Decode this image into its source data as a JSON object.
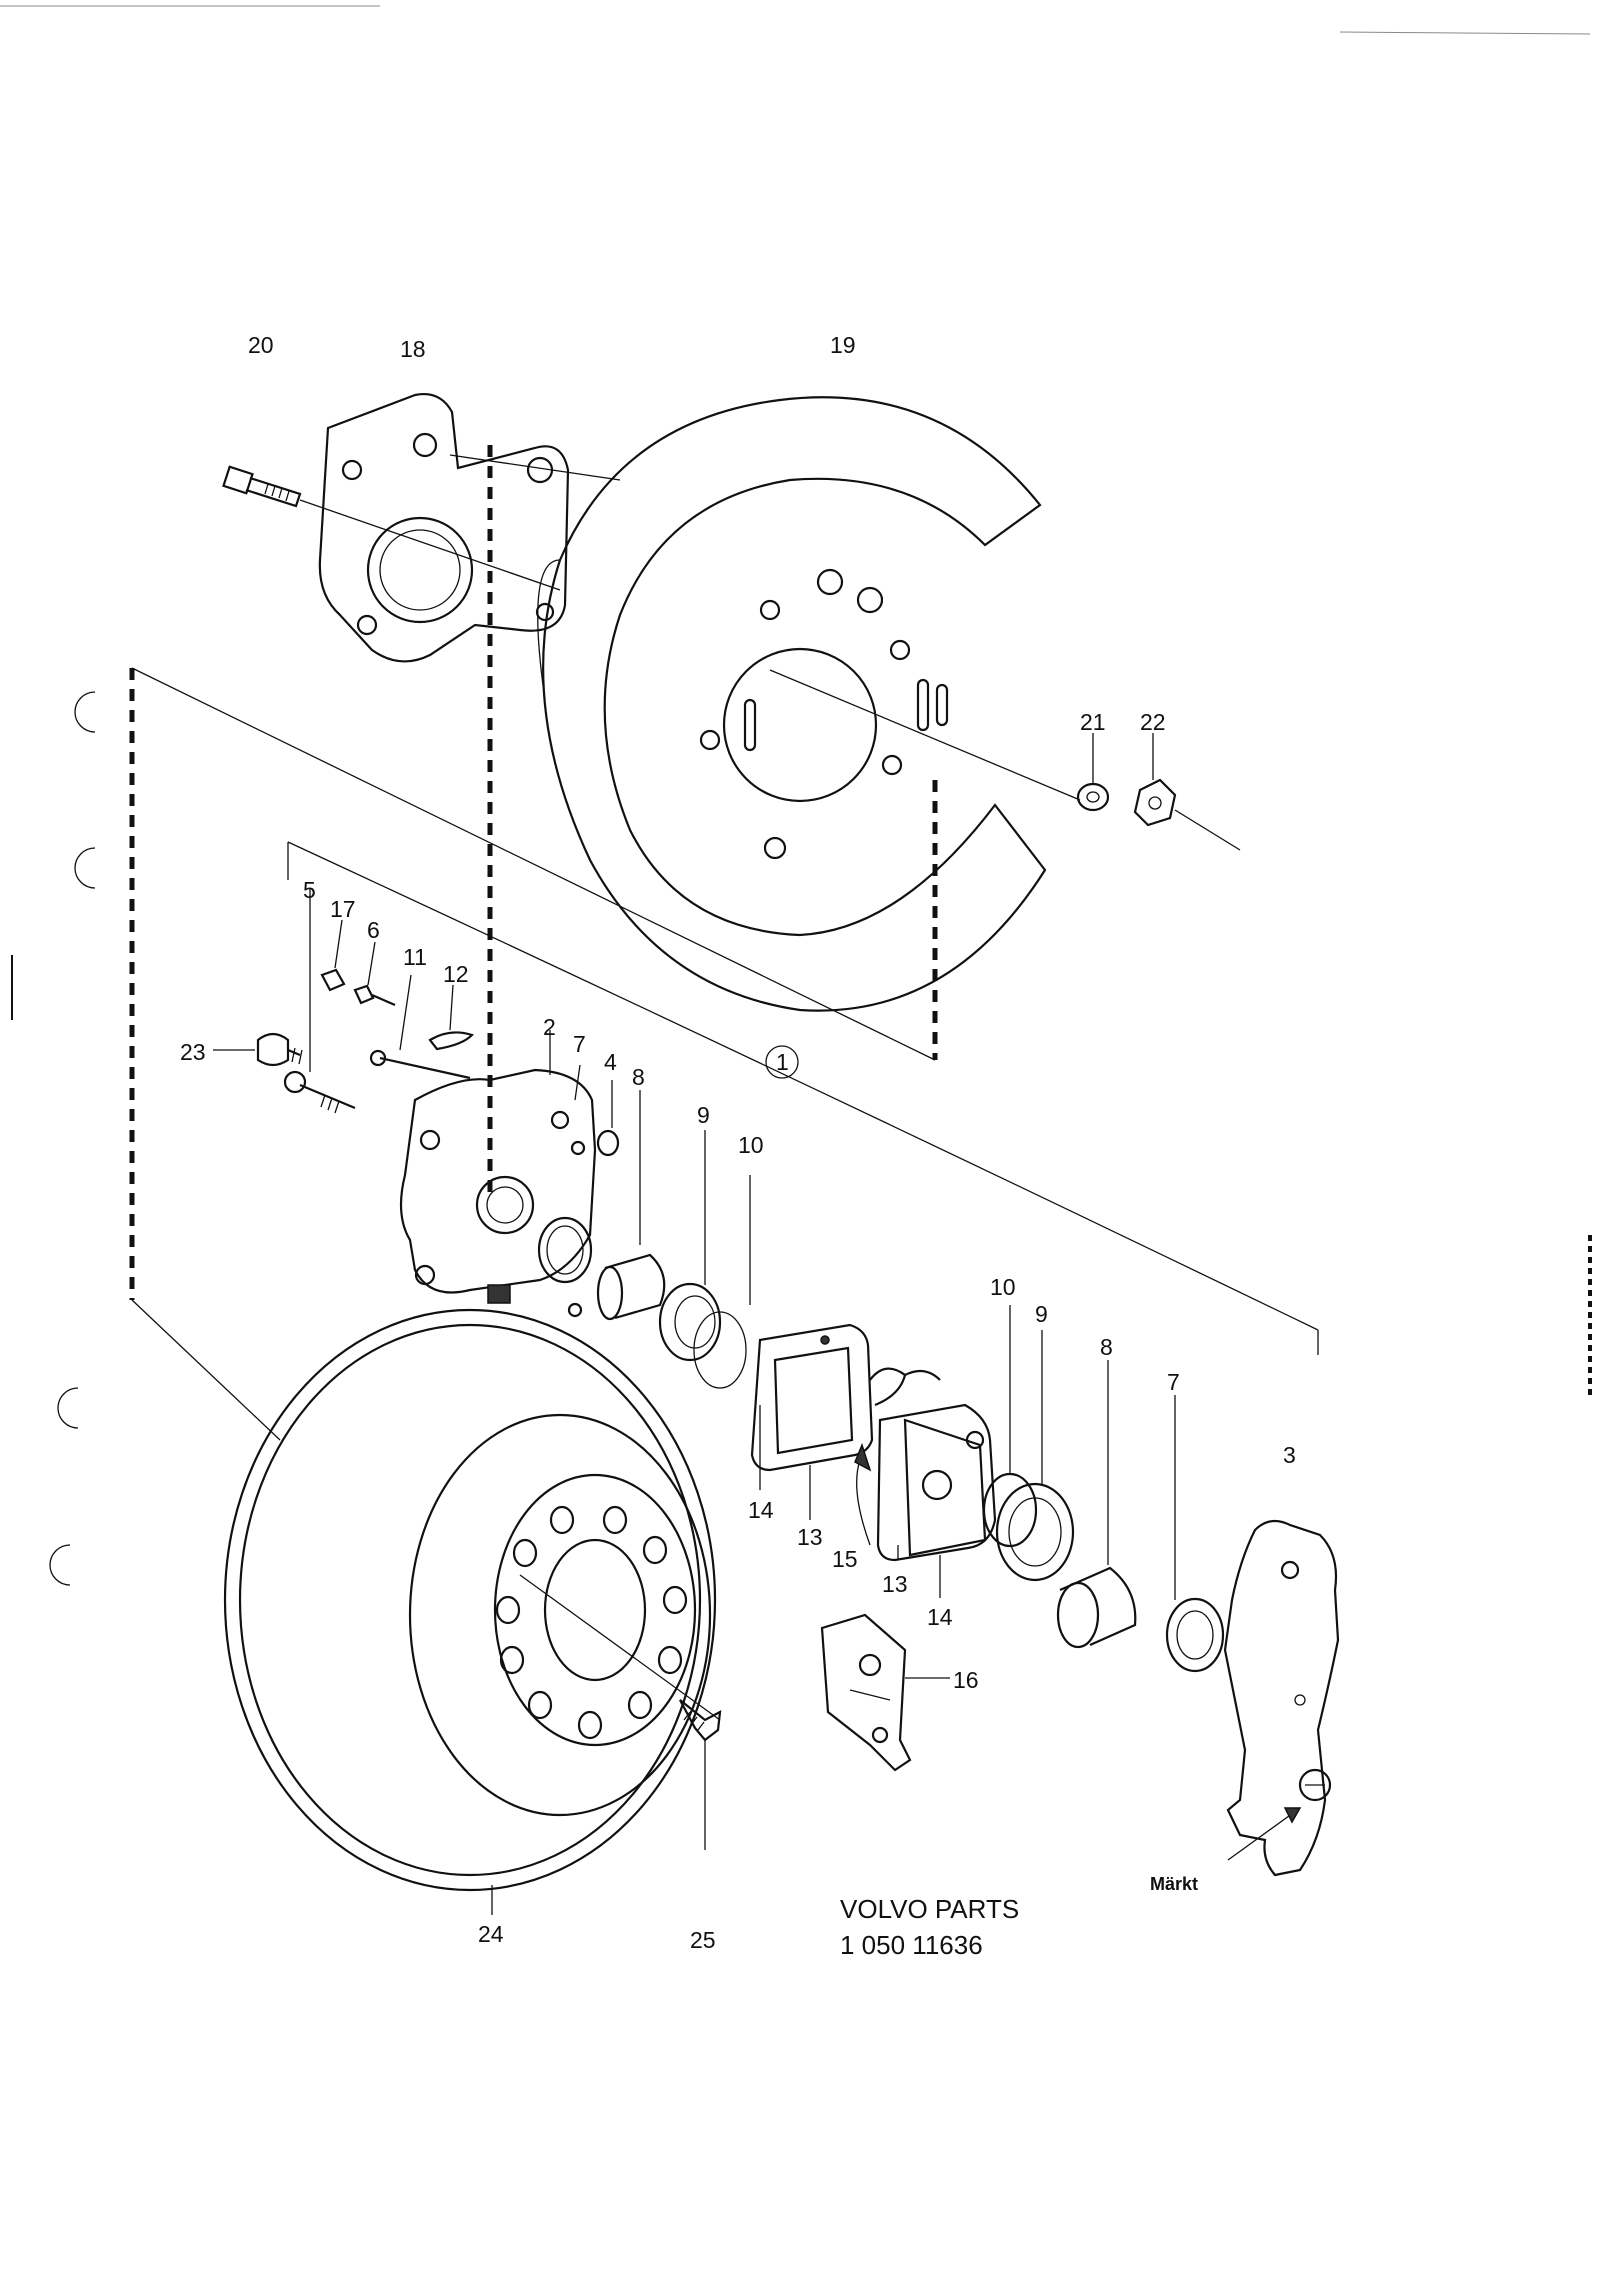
{
  "labels": {
    "p1": "1",
    "p2": "2",
    "p3": "3",
    "p4": "4",
    "p5": "5",
    "p6": "6",
    "p7a": "7",
    "p7b": "7",
    "p8a": "8",
    "p8b": "8",
    "p9a": "9",
    "p9b": "9",
    "p10a": "10",
    "p10b": "10",
    "p11": "11",
    "p12": "12",
    "p13a": "13",
    "p13b": "13",
    "p14a": "14",
    "p14b": "14",
    "p15": "15",
    "p16": "16",
    "p17": "17",
    "p18": "18",
    "p19": "19",
    "p20": "20",
    "p21": "21",
    "p22": "22",
    "p23": "23",
    "p24": "24",
    "p25": "25",
    "markt": "Märkt"
  },
  "footer": {
    "brand": "VOLVO PARTS",
    "code": "1 050 11636"
  },
  "colors": {
    "ink": "#111111",
    "paper": "#ffffff"
  }
}
